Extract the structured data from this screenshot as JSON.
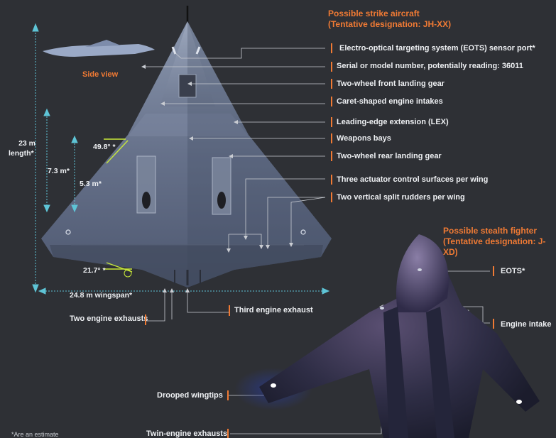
{
  "strike": {
    "title": "Possible strike aircraft",
    "designation": "(Tentative designation: JH-XX)",
    "side_view": "Side view",
    "callouts": [
      "Electro-optical targeting system (EOTS) sensor port*",
      "Serial or model number, potentially reading: 36011",
      "Two-wheel front landing gear",
      "Caret-shaped engine intakes",
      "Leading-edge extension (LEX)",
      "Weapons bays",
      "Two-wheel rear landing gear",
      "Three actuator control surfaces per wing",
      "Two vertical split rudders per wing"
    ],
    "exhaust_two": "Two engine exhausts",
    "exhaust_third": "Third engine exhaust",
    "dimensions": {
      "length_value": "23 m",
      "length_label": "length*",
      "dim_7_3": "7.3 m*",
      "dim_5_3": "5.3 m*",
      "angle_lex": "49.8° *",
      "angle_rear": "21.7° *",
      "wingspan": "24.8 m wingspan*"
    }
  },
  "fighter": {
    "title": "Possible stealth fighter",
    "designation": "(Tentative designation: J-XD)",
    "eots": "EOTS*",
    "intake": "Engine intake",
    "wingtips": "Drooped wingtips",
    "exhausts": "Twin-engine exhausts"
  },
  "footnote": "*Are an estimate",
  "colors": {
    "accent": "#f07a34",
    "background": "#2e3035",
    "text": "#eef0f3",
    "dimension": "#5ec4d6",
    "angle": "#c8e83a"
  }
}
